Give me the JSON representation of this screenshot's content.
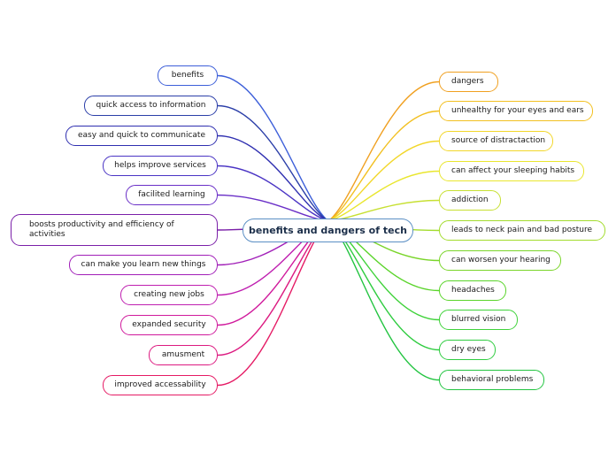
{
  "central_topic": "benefits and dangers of tech",
  "left_branches": [
    {
      "label": "benefits",
      "color": "#3d5fd9"
    },
    {
      "label": "quick access to information",
      "color": "#2b3ea8"
    },
    {
      "label": "easy and quick to communicate",
      "color": "#2f2fb0"
    },
    {
      "label": "helps improve services",
      "color": "#4a34c4"
    },
    {
      "label": "facilited learning",
      "color": "#6a2fc7"
    },
    {
      "label": "boosts productivity and efficiency of activities",
      "color": "#7a1fa8"
    },
    {
      "label": "can make you learn new things",
      "color": "#a11fb8"
    },
    {
      "label": "creating new jobs",
      "color": "#bf1fb0"
    },
    {
      "label": "expanded security",
      "color": "#d01a9c"
    },
    {
      "label": "amusment",
      "color": "#dc1a80"
    },
    {
      "label": "improved accessability",
      "color": "#e51a64"
    }
  ],
  "right_branches": [
    {
      "label": "dangers",
      "color": "#f0a020"
    },
    {
      "label": "unhealthy for your eyes and ears",
      "color": "#f2c021"
    },
    {
      "label": "source of distractaction",
      "color": "#f2d72a"
    },
    {
      "label": "can affect your sleeping habits",
      "color": "#e9e62e"
    },
    {
      "label": "addiction",
      "color": "#c7e033"
    },
    {
      "label": "leads to neck pain and bad posture",
      "color": "#a3dc2e"
    },
    {
      "label": "can worsen your hearing",
      "color": "#7ad52a"
    },
    {
      "label": "headaches",
      "color": "#5ad42a"
    },
    {
      "label": "blurred vision",
      "color": "#3fd23a"
    },
    {
      "label": "dry eyes",
      "color": "#2fcc40"
    },
    {
      "label": "behavioral problems",
      "color": "#22c440"
    }
  ]
}
